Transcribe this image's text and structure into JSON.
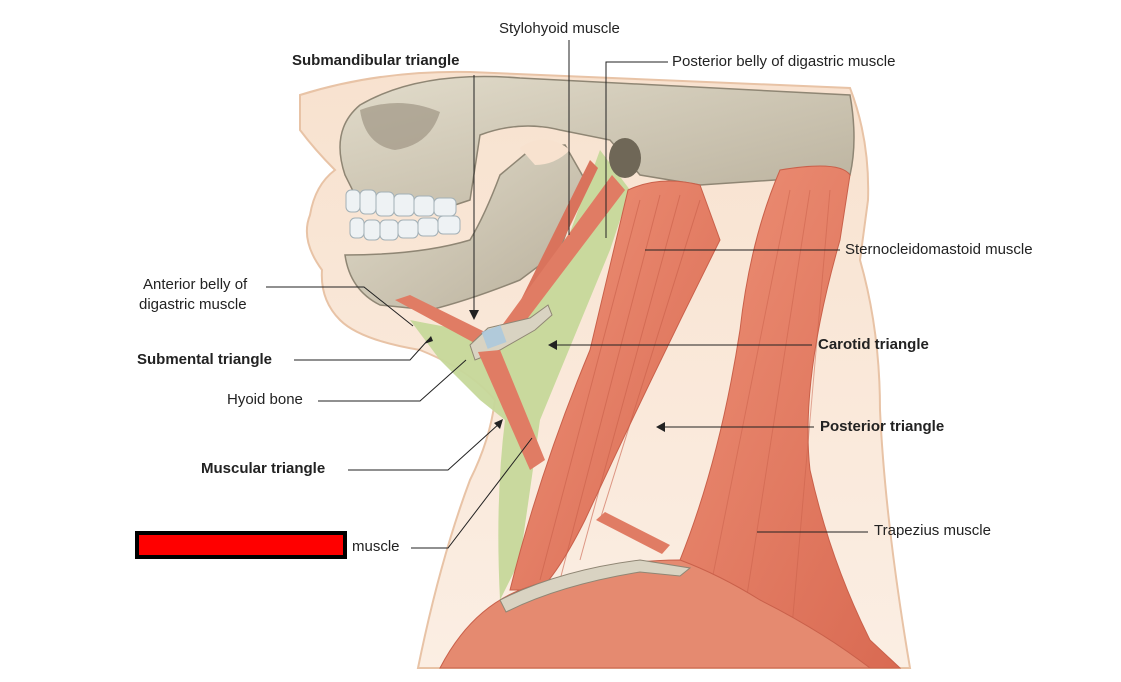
{
  "labels": {
    "stylohyoid": "Stylohyoid muscle",
    "submandibular": "Submandibular triangle",
    "posterior_digastric": "Posterior belly of digastric muscle",
    "scm": "Sternocleidomastoid muscle",
    "anterior_digastric_1": "Anterior belly of",
    "anterior_digastric_2": "digastric muscle",
    "submental": "Submental triangle",
    "carotid": "Carotid triangle",
    "hyoid": "Hyoid bone",
    "posterior_triangle": "Posterior triangle",
    "muscular": "Muscular triangle",
    "trapezius": "Trapezius muscle",
    "redacted_suffix": "muscle"
  },
  "colors": {
    "skin": "#f8e2cf",
    "skin_edge": "#e8c3a6",
    "bone": "#d8d0bd",
    "bone_shade": "#a79e8b",
    "muscle": "#e8826a",
    "muscle_dark": "#c9604a",
    "triangle_green": "#c6d89a",
    "teeth": "#eef2f4",
    "redaction": "#ff0000"
  }
}
